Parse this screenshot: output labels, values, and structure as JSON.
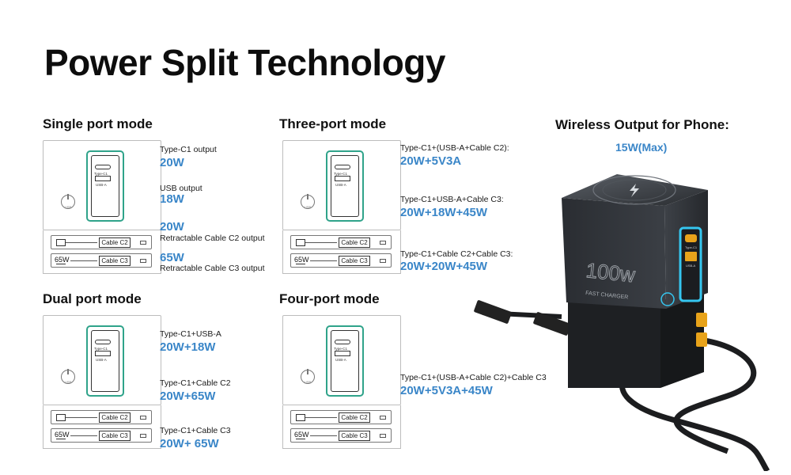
{
  "title": "Power Split Technology",
  "colors": {
    "accent_blue": "#3a86c8",
    "port_green": "#2fa38a",
    "device_dark": "#2b2f35",
    "glow_cyan": "#35c6f0",
    "port_orange": "#e8a31a"
  },
  "diagram": {
    "typec_label": "Type-C1",
    "usba_label": "USB-A",
    "power_label": "USB",
    "cable_c2": "Cable C2",
    "cable_c3": "Cable C3",
    "cable_w": "65W"
  },
  "modes": {
    "single": {
      "title": "Single port mode",
      "items": [
        {
          "label": "Type-C1 output",
          "value": "20W"
        },
        {
          "label": "USB output",
          "value": "18W"
        },
        {
          "value": "20W",
          "label": "Retractable Cable C2 output"
        },
        {
          "value": "65W",
          "label": "Retractable Cable C3 output"
        }
      ]
    },
    "dual": {
      "title": "Dual port mode",
      "items": [
        {
          "label": "Type-C1+USB-A",
          "value": "20W+18W"
        },
        {
          "label": "Type-C1+Cable C2",
          "value": "20W+65W"
        },
        {
          "label": "Type-C1+Cable C3",
          "value": "20W+ 65W"
        }
      ]
    },
    "three": {
      "title": "Three-port mode",
      "items": [
        {
          "label": "Type-C1+(USB-A+Cable C2):",
          "value": "20W+5V3A"
        },
        {
          "label": "Type-C1+USB-A+Cable C3:",
          "value": "20W+18W+45W"
        },
        {
          "label": "Type-C1+Cable C2+Cable C3:",
          "value": "20W+20W+45W"
        }
      ]
    },
    "four": {
      "title": "Four-port mode",
      "items": [
        {
          "label": "Type-C1+(USB-A+Cable C2)+Cable C3",
          "value": "20W+5V3A+45W"
        }
      ]
    }
  },
  "wireless": {
    "title": "Wireless Output for Phone:",
    "value": "15W(Max)"
  },
  "product": {
    "icon": "charging-bolt-icon",
    "brand_big": "100w",
    "brand_small": "FAST CHARGER",
    "port_c_label": "Type-C1",
    "port_a_label": "USB-A"
  }
}
